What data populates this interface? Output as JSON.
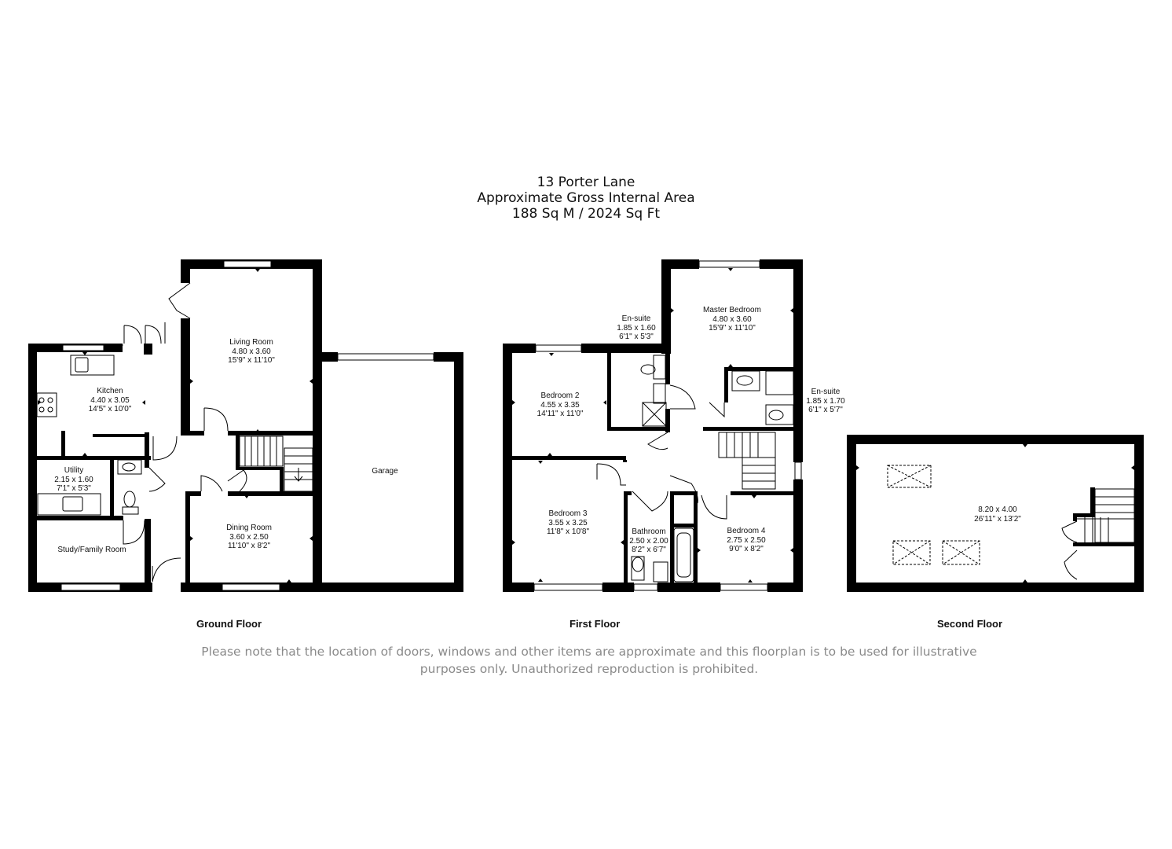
{
  "header": {
    "address": "13 Porter Lane",
    "area_title": "Approximate Gross Internal Area",
    "area_value": "188 Sq M / 2024 Sq Ft"
  },
  "floors": {
    "ground": "Ground Floor",
    "first": "First Floor",
    "second": "Second Floor"
  },
  "rooms": {
    "kitchen": {
      "name": "Kitchen",
      "metric": "4.40 x 3.05",
      "imperial": "14'5\" x 10'0\""
    },
    "living_room": {
      "name": "Living Room",
      "metric": "4.80 x 3.60",
      "imperial": "15'9\" x 11'10\""
    },
    "utility": {
      "name": "Utility",
      "metric": "2.15 x 1.60",
      "imperial": "7'1\" x 5'3\""
    },
    "study": {
      "name": "Study/Family Room"
    },
    "dining_room": {
      "name": "Dining Room",
      "metric": "3.60 x 2.50",
      "imperial": "11'10\" x 8'2\""
    },
    "garage": {
      "name": "Garage"
    },
    "bedroom_2": {
      "name": "Bedroom 2",
      "metric": "4.55 x 3.35",
      "imperial": "14'11\" x 11'0\""
    },
    "ensuite_1": {
      "name": "En-suite",
      "metric": "1.85 x 1.60",
      "imperial": "6'1\" x 5'3\""
    },
    "master_bedroom": {
      "name": "Master Bedroom",
      "metric": "4.80 x 3.60",
      "imperial": "15'9\" x 11'10\""
    },
    "ensuite_2": {
      "name": "En-suite",
      "metric": "1.85 x 1.70",
      "imperial": "6'1\" x 5'7\""
    },
    "bedroom_3": {
      "name": "Bedroom 3",
      "metric": "3.55 x 3.25",
      "imperial": "11'8\" x 10'8\""
    },
    "bathroom": {
      "name": "Bathroom",
      "metric": "2.50 x 2.00",
      "imperial": "8'2\" x 6'7\""
    },
    "bedroom_4": {
      "name": "Bedroom 4",
      "metric": "2.75 x 2.50",
      "imperial": "9'0\" x 8'2\""
    },
    "loft": {
      "metric": "8.20 x 4.00",
      "imperial": "26'11\" x 13'2\""
    }
  },
  "disclaimer": {
    "line1": "Please note that the location of doors, windows and other items are approximate and this floorplan is to be used for illustrative",
    "line2": "purposes only. Unauthorized reproduction is prohibited."
  }
}
